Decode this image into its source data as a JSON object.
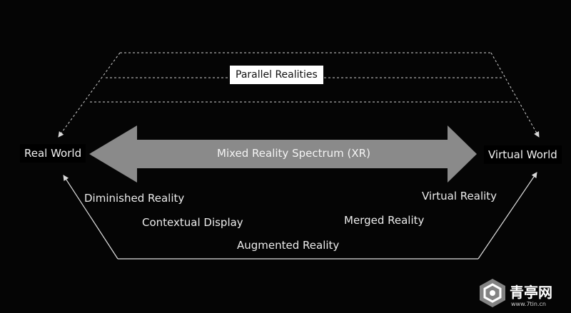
{
  "diagram": {
    "parallel_realities": "Parallel Realities",
    "spectrum_label": "Mixed Reality Spectrum (XR)",
    "real_world": "Real World",
    "virtual_world": "Virtual World",
    "items": {
      "diminished": "Diminished Reality",
      "contextual": "Contextual Display",
      "augmented": "Augmented Reality",
      "merged": "Merged Reality",
      "virtual": "Virtual Reality"
    },
    "colors": {
      "background": "#050505",
      "arrow": "#8a8a8a",
      "lines": "#d8d8d8",
      "text": "#ececec"
    }
  },
  "watermark": {
    "name": "青亭网",
    "url": "www.7tin.cn"
  }
}
